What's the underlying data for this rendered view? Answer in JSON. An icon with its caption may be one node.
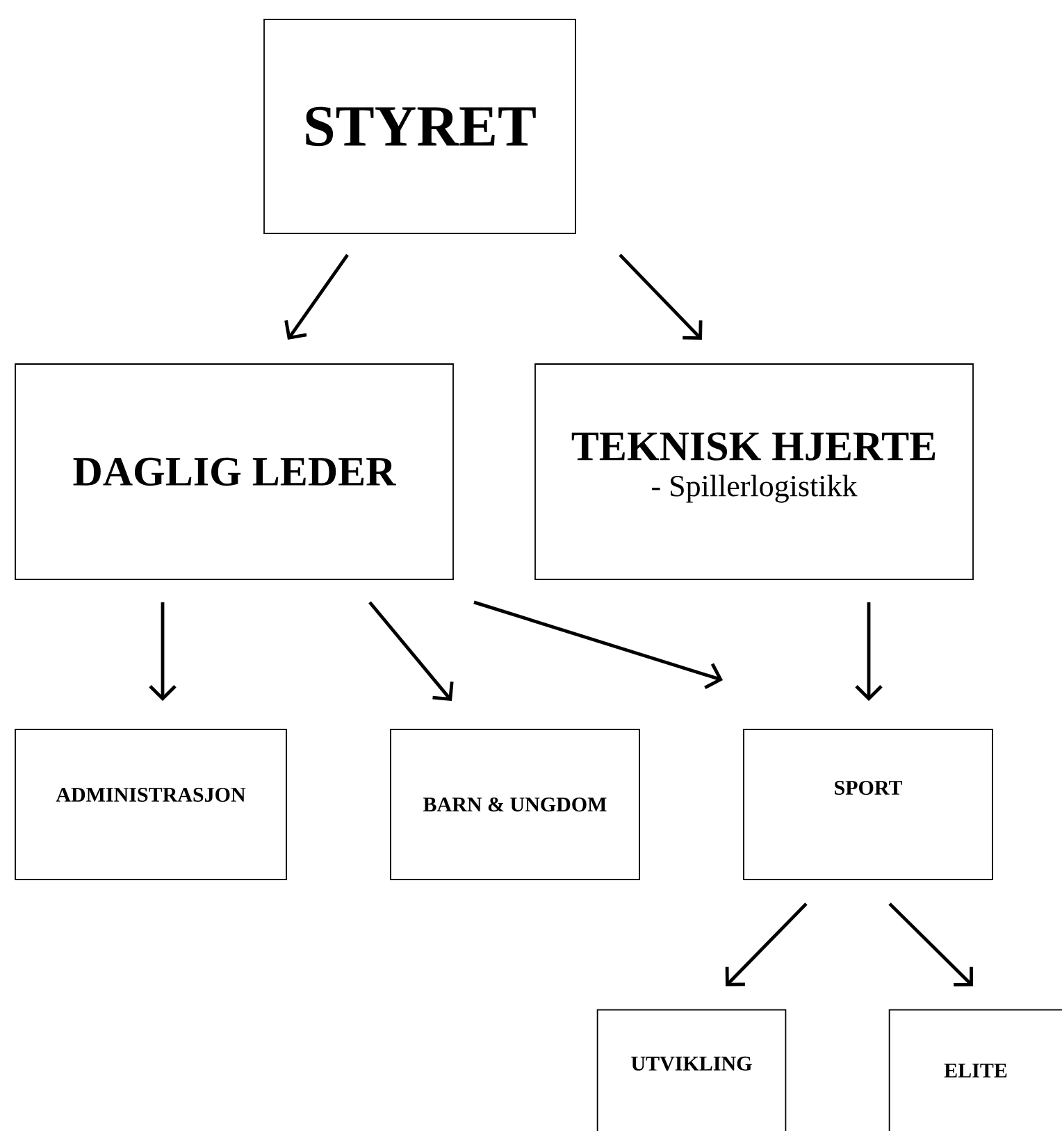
{
  "diagram": {
    "nodes": [
      {
        "text": [
          "STYRET"
        ]
      },
      {
        "text": [
          "DAGLIG LEDER"
        ]
      },
      {
        "text": [
          "TEKNISK HJERTE",
          "- Spillerlogistikk"
        ]
      },
      {
        "text": [
          "ADMINISTRASJON"
        ]
      },
      {
        "text": [
          "BARN & UNGDOM"
        ]
      },
      {
        "text": [
          "SPORT"
        ]
      },
      {
        "text": [
          "UTVIKLING"
        ]
      },
      {
        "text": [
          "ELITE"
        ]
      }
    ],
    "edges": [
      {
        "from": 0,
        "to": 1,
        "arrow": "to"
      },
      {
        "from": 0,
        "to": 2,
        "arrow": "to"
      },
      {
        "from": 1,
        "to": 3,
        "arrow": "to"
      },
      {
        "from": 1,
        "to": 4,
        "arrow": "to"
      },
      {
        "from": 1,
        "to": 5,
        "arrow": "to"
      },
      {
        "from": 2,
        "to": 5,
        "arrow": "to"
      },
      {
        "from": 5,
        "to": 6,
        "arrow": "to"
      },
      {
        "from": 5,
        "to": 7,
        "arrow": "to"
      }
    ]
  }
}
